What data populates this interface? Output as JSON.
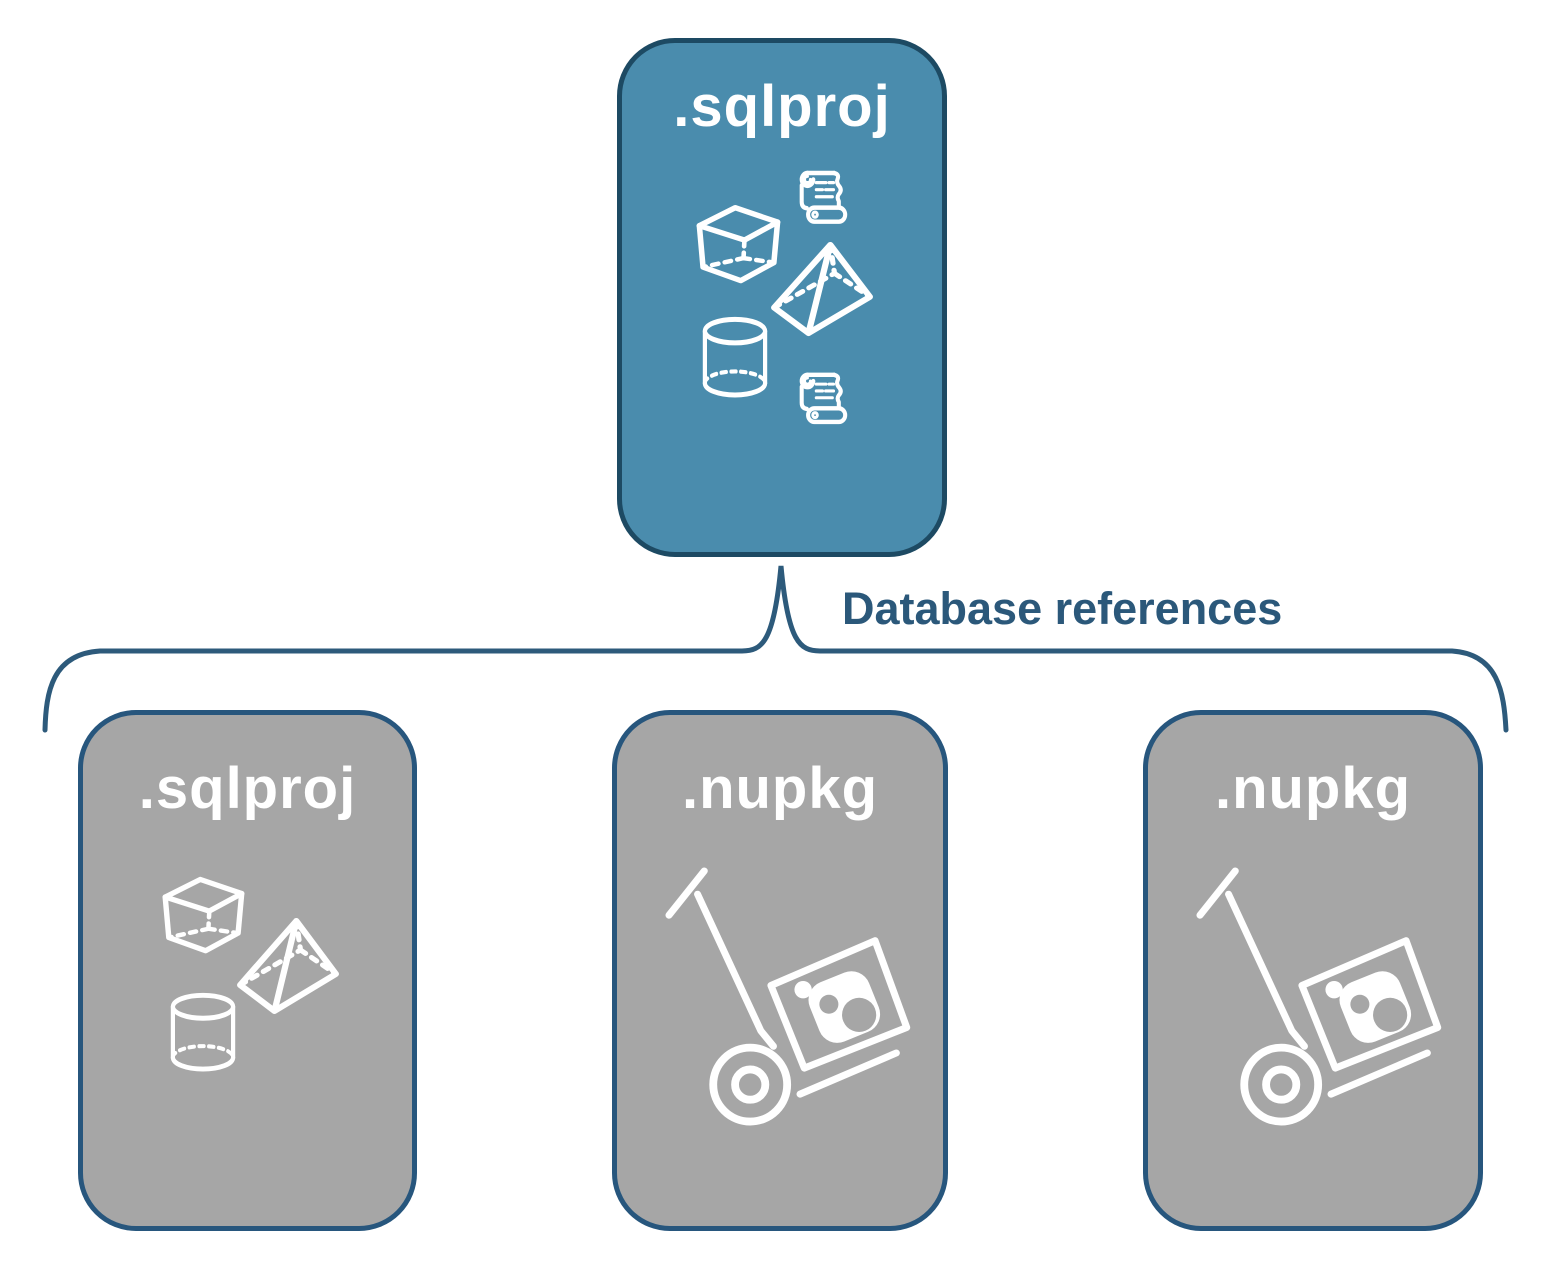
{
  "root_card": {
    "label": ".sqlproj",
    "fill": "#4a8cad",
    "border": "#1d4a63",
    "icons": [
      "cube-icon",
      "scroll-icon",
      "pyramid-icon",
      "cylinder-icon",
      "scroll-icon"
    ]
  },
  "connector": {
    "label": "Database references",
    "line_color": "#2d5a7b",
    "text_color": "#2b587a",
    "shape": "curly-brace"
  },
  "child_cards": [
    {
      "label": ".sqlproj",
      "fill": "#a6a6a6",
      "border": "#27567d",
      "icons": [
        "cube-icon",
        "pyramid-icon",
        "cylinder-icon"
      ]
    },
    {
      "label": ".nupkg",
      "fill": "#a6a6a6",
      "border": "#27567d",
      "icons": [
        "nuget-handtruck-icon"
      ]
    },
    {
      "label": ".nupkg",
      "fill": "#a6a6a6",
      "border": "#27567d",
      "icons": [
        "nuget-handtruck-icon"
      ]
    }
  ],
  "colors": {
    "background": "#ffffff",
    "card_title_text": "#ffffff",
    "icon_stroke": "#ffffff"
  }
}
